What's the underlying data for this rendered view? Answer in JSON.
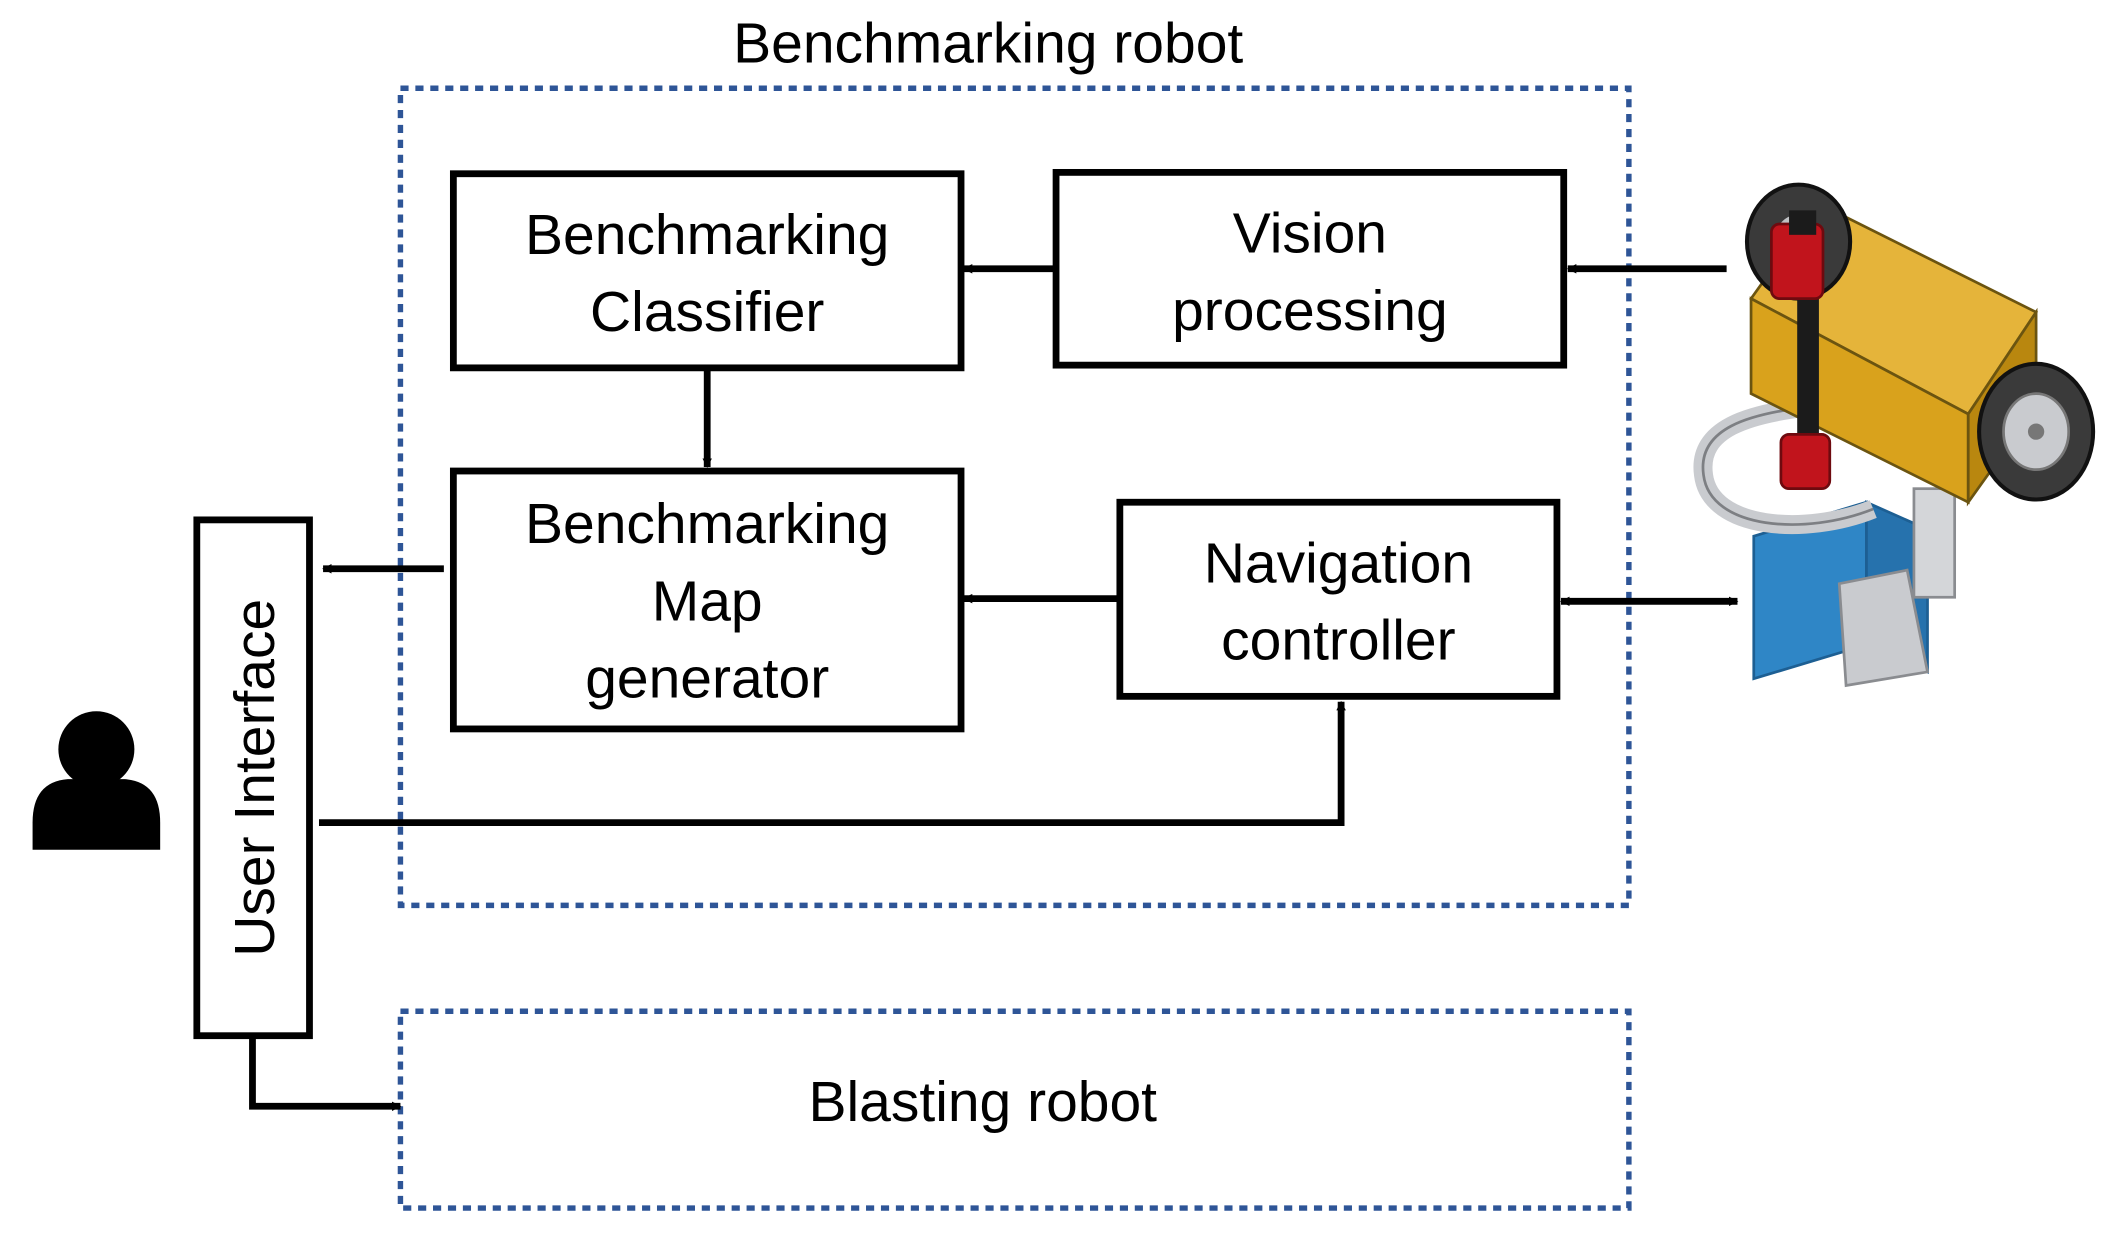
{
  "title": "Benchmarking robot",
  "blocks": {
    "classifier": [
      "Benchmarking",
      "Classifier"
    ],
    "vision": [
      "Vision",
      "processing"
    ],
    "map": [
      "Benchmarking",
      "Map",
      "generator"
    ],
    "nav": [
      "Navigation",
      "controller"
    ],
    "ui": "User Interface",
    "blasting": "Blasting robot"
  },
  "colors": {
    "dotted_border": "#2e5597",
    "stroke": "#000000",
    "robot_body": "#d9a21c",
    "robot_arm": "#c1141c",
    "robot_base": "#2f86c6",
    "robot_grey": "#c9cbcf"
  },
  "icons": {
    "user": "user-icon",
    "robot": "robot-illustration"
  }
}
